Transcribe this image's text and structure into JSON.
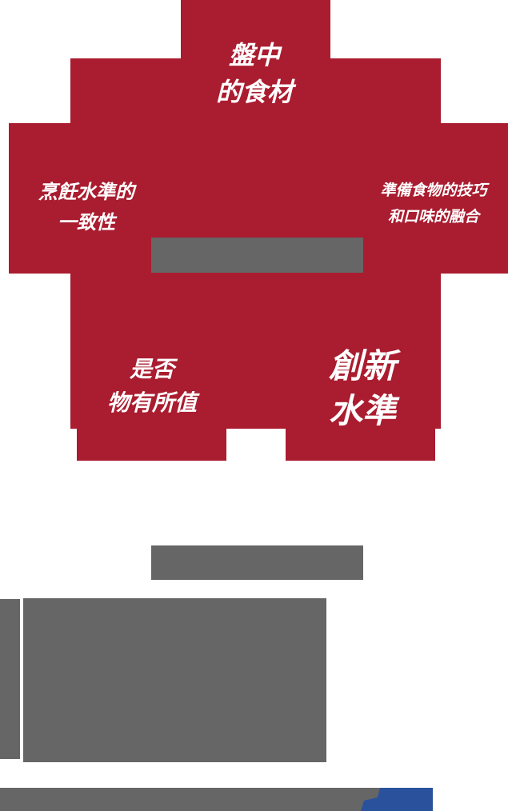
{
  "diagram": {
    "type": "stepped-pyramid",
    "colors": {
      "primary_red": "#aa1c2f",
      "placeholder_gray": "#666666",
      "accent_blue": "#2a519b",
      "label_text": "#ffffff"
    },
    "criteria": [
      {
        "position": "top",
        "lines": [
          "盤中",
          "的食材"
        ]
      },
      {
        "position": "left",
        "lines": [
          "烹飪水準的",
          "一致性"
        ]
      },
      {
        "position": "right",
        "lines": [
          "準備食物的技巧",
          "和口味的融合"
        ]
      },
      {
        "position": "bottom-left",
        "lines": [
          "是否",
          "物有所值"
        ]
      },
      {
        "position": "bottom-right",
        "lines": [
          "創新",
          "水準"
        ]
      }
    ]
  }
}
